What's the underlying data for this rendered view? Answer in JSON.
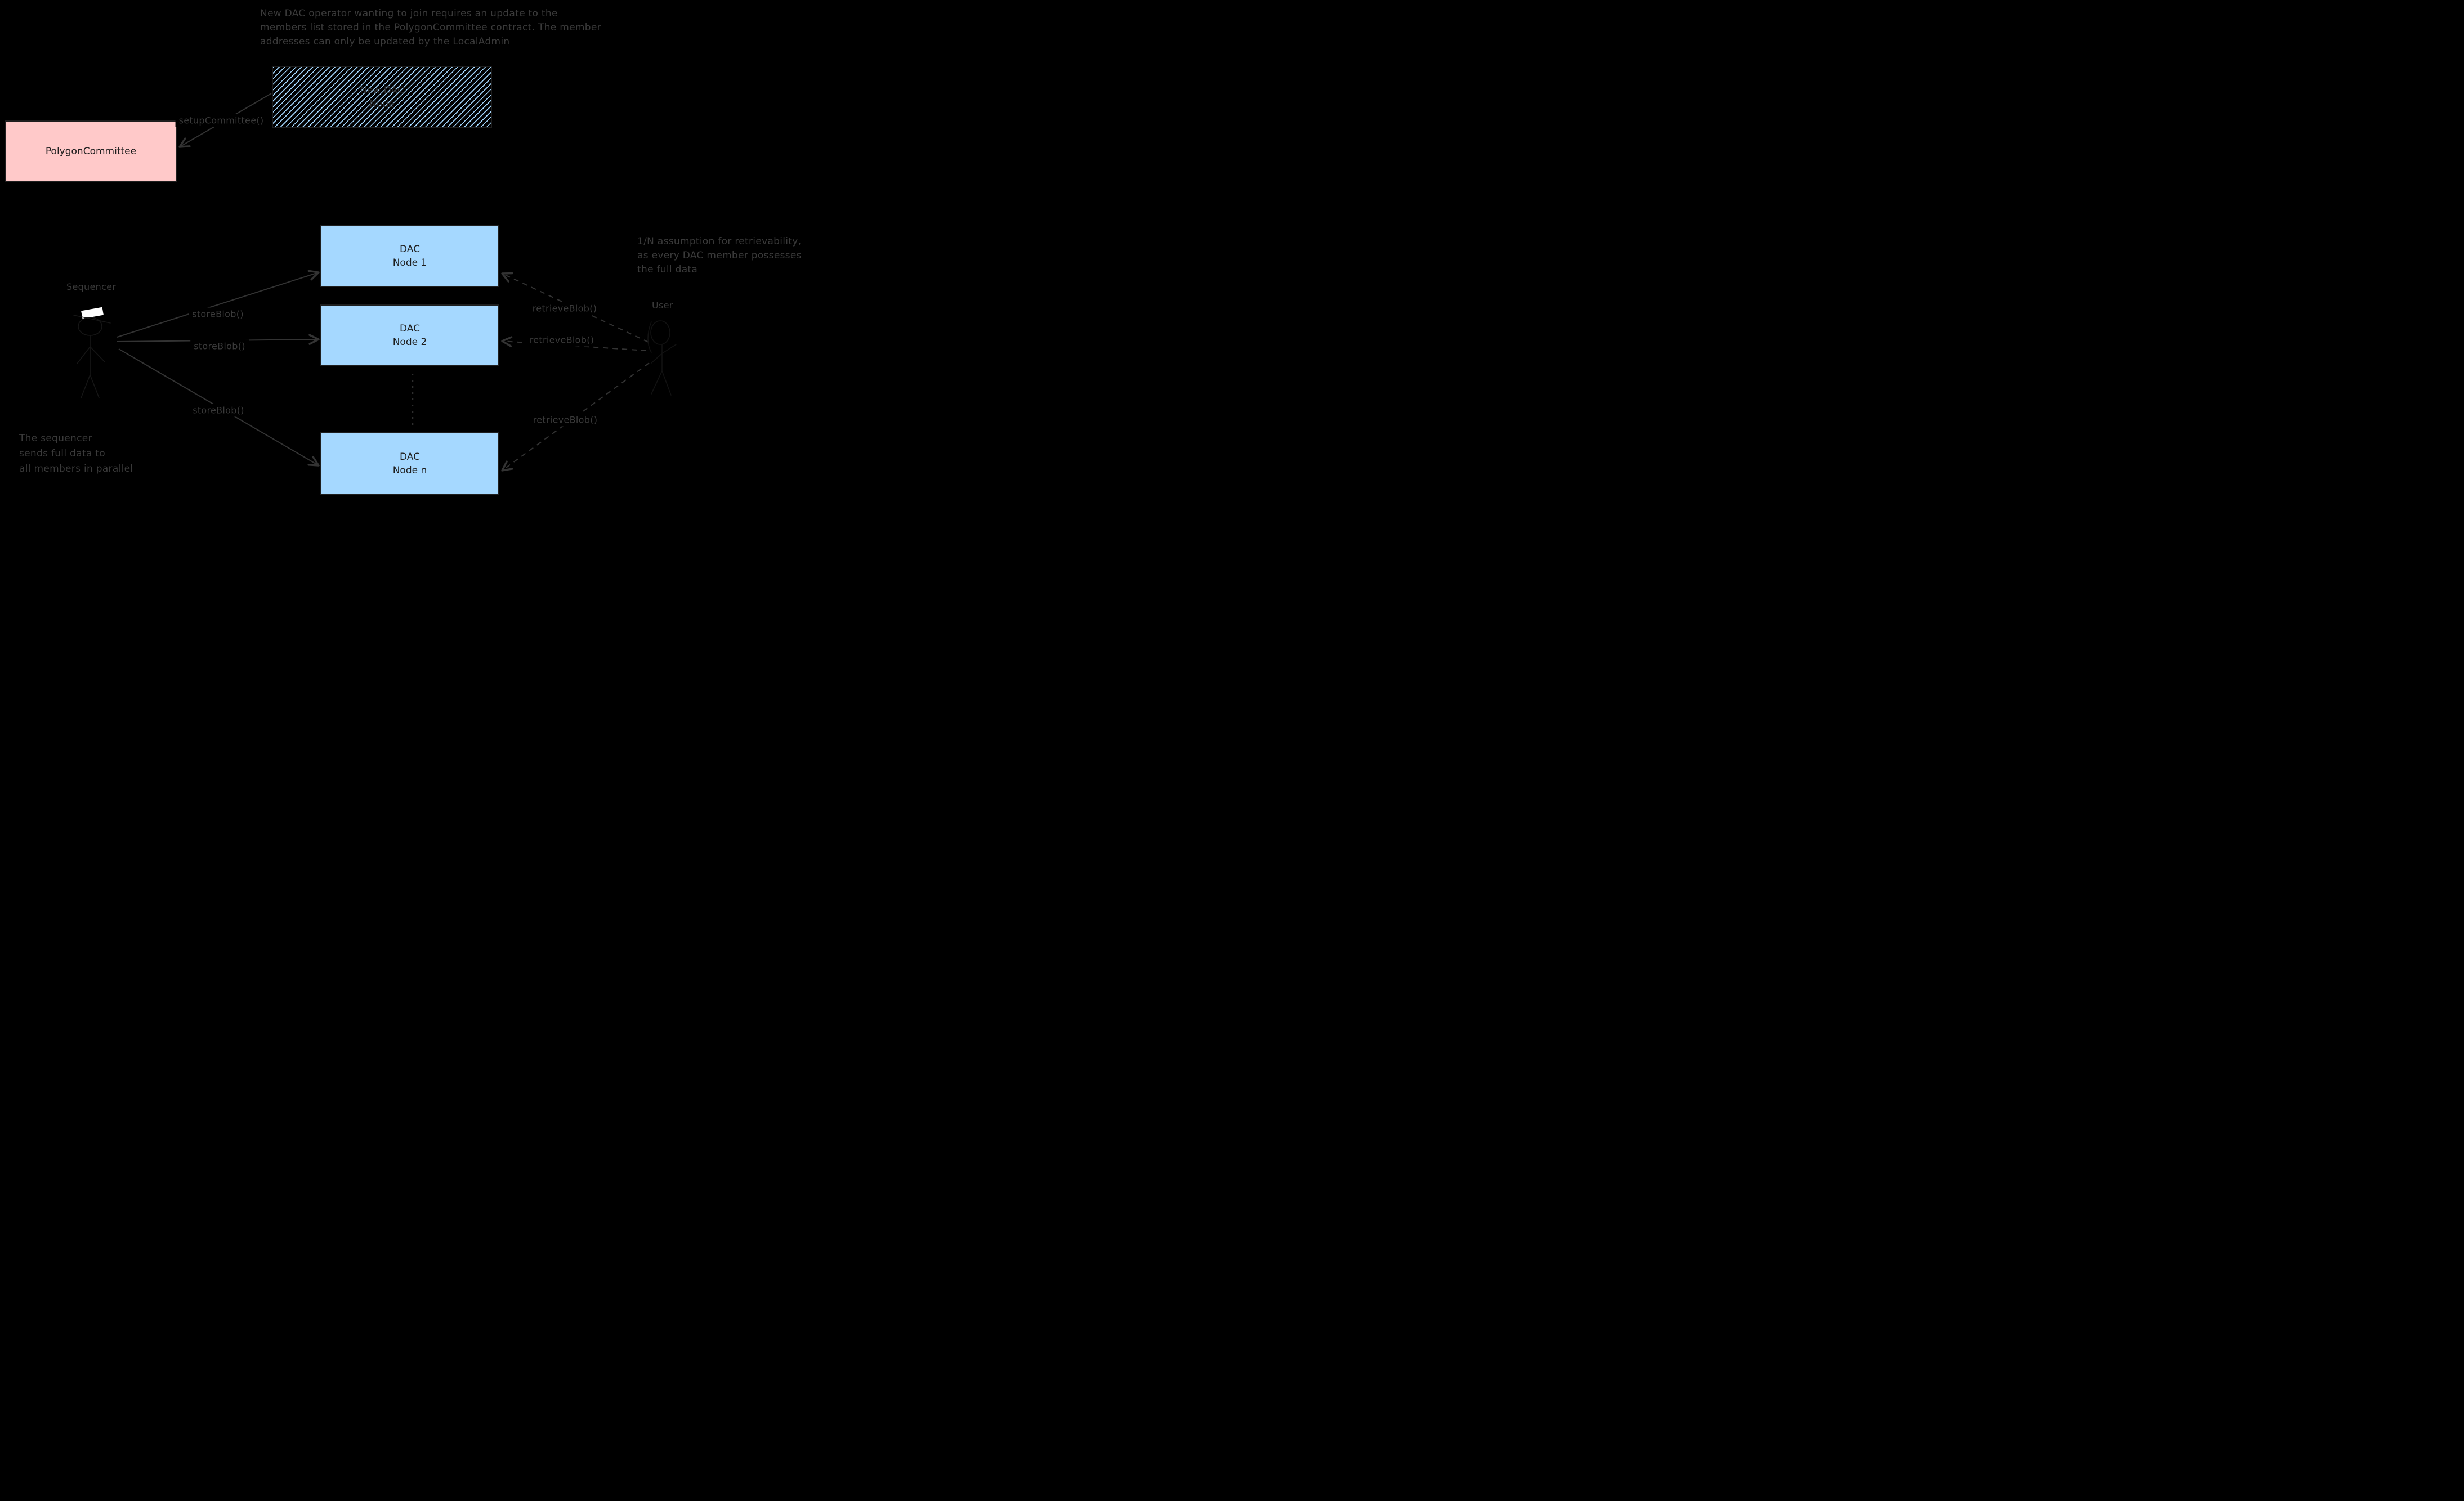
{
  "notes": {
    "top": "New DAC operator wanting to join requires an update to the\nmembers list stored in the PolygonCommittee contract. The member\naddresses can only be updated by the LocalAdmin",
    "retrievability": "1/N assumption for retrievability,\nas every DAC member possesses\nthe full data",
    "sequencer": "The sequencer\nsends full data to\nall members in parallel"
  },
  "actors": {
    "sequencer_label": "Sequencer",
    "user_label": "User"
  },
  "boxes": {
    "new_dac_node": "New DAC\nNode",
    "polygon_committee": "PolygonCommittee",
    "dac_node_1": "DAC\nNode 1",
    "dac_node_2": "DAC\nNode 2",
    "dac_node_n": "DAC\nNode n"
  },
  "edges": {
    "setup_committee": "setupCommittee()",
    "store_blob_1": "storeBlob()",
    "store_blob_2": "storeBlob()",
    "store_blob_n": "storeBlob()",
    "retrieve_blob_1": "retrieveBlob()",
    "retrieve_blob_2": "retrieveBlob()",
    "retrieve_blob_n": "retrieveBlob()"
  },
  "colors": {
    "background": "#000000",
    "committee_fill": "#ffc9c9",
    "dac_node_fill": "#a5d8ff",
    "hatch_stroke": "#a5d8ff",
    "box_border": "#1e1e1e",
    "box_text": "#1e1e1e",
    "annotation_text": "#3a3a3a",
    "arrow_stroke": "#333333",
    "sequencer_figure_stroke": "#161616",
    "user_figure_stroke": "#121212",
    "sequencer_rect_fill": "#ffffff"
  }
}
